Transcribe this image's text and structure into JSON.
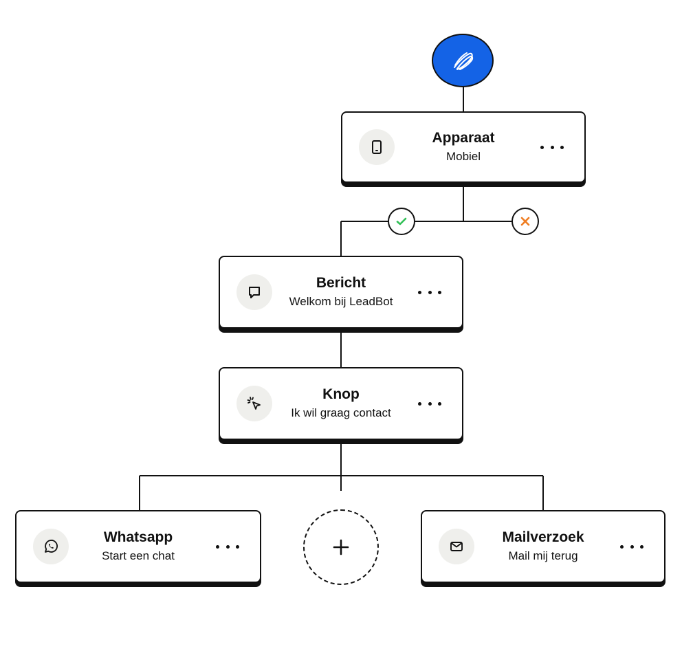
{
  "colors": {
    "brand": "#1463e6",
    "yes": "#2fbf55",
    "no": "#ef7d22",
    "line": "#111111",
    "icon_bg": "#efefec"
  },
  "start_node": {
    "icon": "logo-swirl-icon"
  },
  "nodes": {
    "apparaat": {
      "title": "Apparaat",
      "subtitle": "Mobiel",
      "icon": "mobile-phone-icon"
    },
    "bericht": {
      "title": "Bericht",
      "subtitle": "Welkom bij LeadBot",
      "icon": "chat-bubble-icon"
    },
    "knop": {
      "title": "Knop",
      "subtitle": "Ik wil graag contact",
      "icon": "cursor-click-icon"
    },
    "whatsapp": {
      "title": "Whatsapp",
      "subtitle": "Start een chat",
      "icon": "whatsapp-icon"
    },
    "mailverzoek": {
      "title": "Mailverzoek",
      "subtitle": "Mail mij terug",
      "icon": "envelope-icon"
    }
  },
  "branches": {
    "yes_icon": "check-icon",
    "no_icon": "x-icon"
  },
  "add_node": {
    "icon": "plus-icon"
  }
}
